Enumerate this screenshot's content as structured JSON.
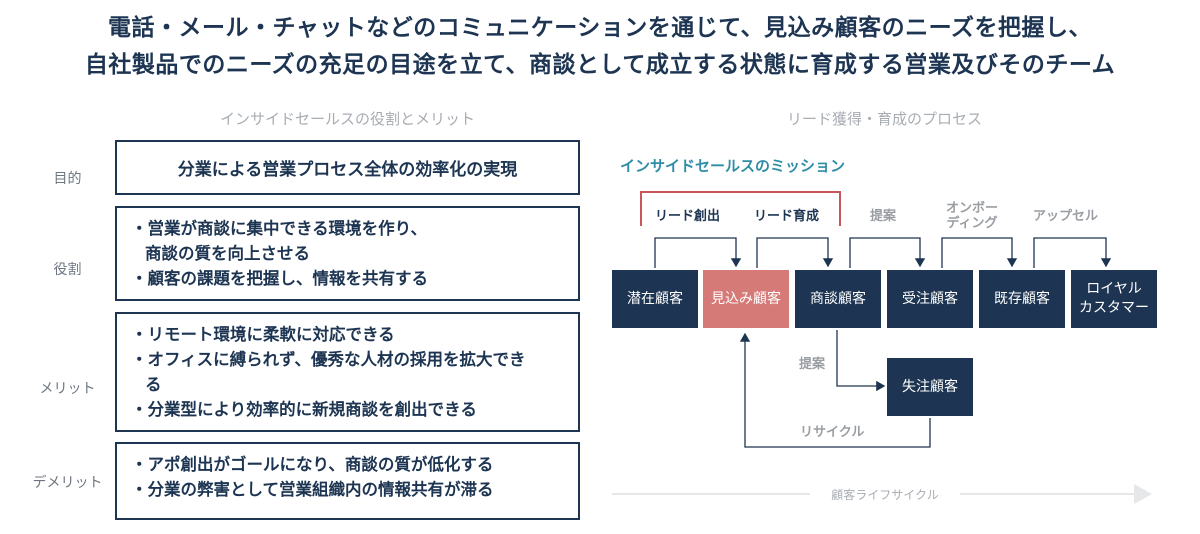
{
  "headline": {
    "line1": "電話・メール・チャットなどのコミュニケーションを通じて、見込み顧客のニーズを把握し、",
    "line2": "自社製品でのニーズの充足の目途を立て、商談として成立する状態に育成する営業及びそのチーム"
  },
  "left": {
    "title": "インサイドセールスの役割とメリット",
    "rows": [
      {
        "label": "目的",
        "items": [
          "分業による営業プロセス全体の効率化の実現"
        ]
      },
      {
        "label": "役割",
        "items": [
          "・営業が商談に集中できる環境を作り、商談の質を向上させる",
          "・顧客の課題を把握し、情報を共有する"
        ]
      },
      {
        "label": "メリット",
        "items": [
          "・リモート環境に柔軟に対応できる",
          "・オフィスに縛られず、優秀な人材の採用を拡大できる",
          "・分業型により効率的に新規商談を創出できる"
        ]
      },
      {
        "label": "デメリット",
        "items": [
          "・アポ創出がゴールになり、商談の質が低化する",
          "・分業の弊害として営業組織内の情報共有が滞る"
        ]
      }
    ]
  },
  "right": {
    "title": "リード獲得・育成のプロセス",
    "mission_title": "インサイドセールスのミッション",
    "nodes": [
      {
        "label": "潜在顧客"
      },
      {
        "label": "見込み顧客"
      },
      {
        "label": "商談顧客"
      },
      {
        "label": "受注顧客"
      },
      {
        "label": "既存顧客"
      },
      {
        "label": "ロイヤル\nカスタマー"
      }
    ],
    "lost_node": "失注顧客",
    "flow_labels": {
      "lead_creation": "リード創出",
      "lead_nurture": "リード育成",
      "proposal_top": "提案",
      "onboarding": "オンボー\nディング",
      "upsell": "アップセル",
      "proposal_down": "提案",
      "recycle": "リサイクル"
    },
    "lifecycle_label": "顧客ライフサイクル",
    "colors": {
      "navy": "#1d3552",
      "highlight": "#d67a78",
      "mission": "#c7575a",
      "teal": "#2e8da6",
      "gray": "#9a9ea3"
    }
  }
}
